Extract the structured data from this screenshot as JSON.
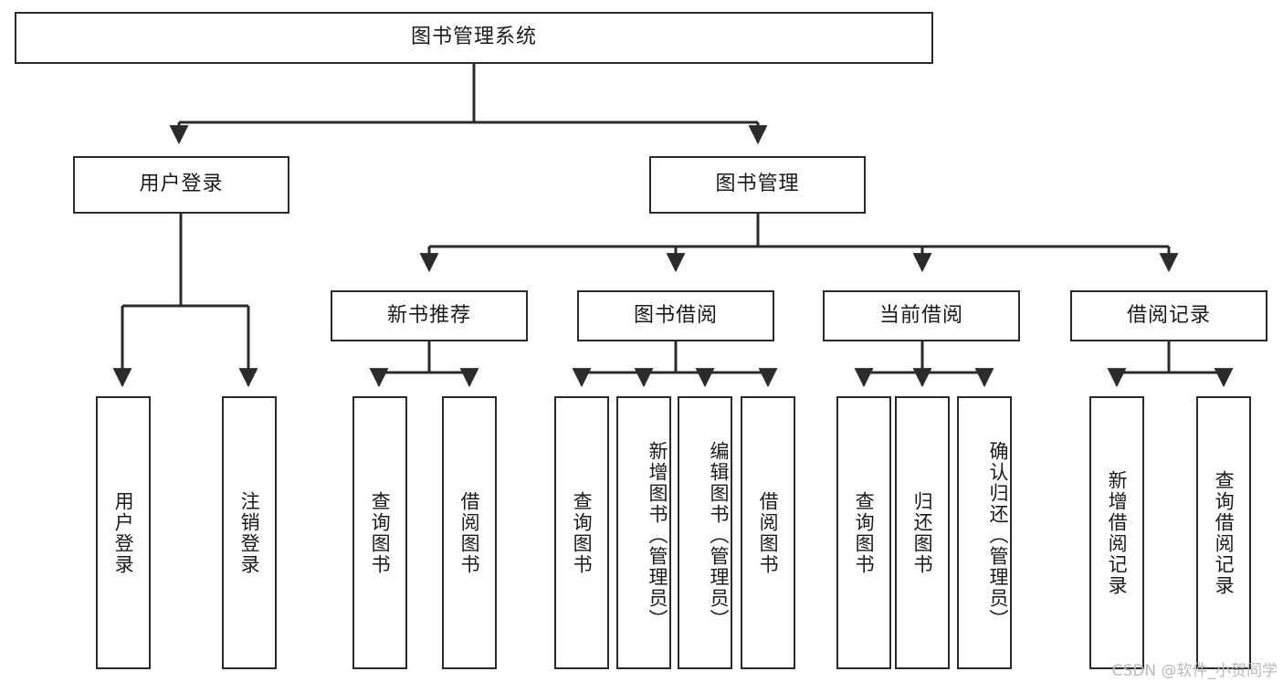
{
  "diagram": {
    "title": "图书管理系统",
    "type": "tree-hierarchy-diagram",
    "root": {
      "label": "图书管理系统"
    },
    "level2": [
      {
        "label": "用户登录"
      },
      {
        "label": "图书管理"
      }
    ],
    "level3": [
      {
        "label": "新书推荐"
      },
      {
        "label": "图书借阅"
      },
      {
        "label": "当前借阅"
      },
      {
        "label": "借阅记录"
      }
    ],
    "leaves": {
      "user_login": [
        {
          "label": "用户登录"
        },
        {
          "label": "注销登录"
        }
      ],
      "new_book_recommend": [
        {
          "label": "查询图书"
        },
        {
          "label": "借阅图书"
        }
      ],
      "book_borrow": [
        {
          "label": "查询图书"
        },
        {
          "label": "新增图书（管理员）"
        },
        {
          "label": "编辑图书（管理员）"
        },
        {
          "label": "借阅图书"
        }
      ],
      "current_borrow": [
        {
          "label": "查询图书"
        },
        {
          "label": "归还图书"
        },
        {
          "label": "确认归还（管理员）"
        }
      ],
      "borrow_record": [
        {
          "label": "新增借阅记录"
        },
        {
          "label": "查询借阅记录"
        }
      ]
    }
  },
  "watermark": {
    "text": "CSDN @软件_小贺同学"
  },
  "colors": {
    "stroke": "#2b2b2b",
    "fill": "#ffffff",
    "text": "#1a1a1a",
    "watermark": "#b9b9b9"
  }
}
